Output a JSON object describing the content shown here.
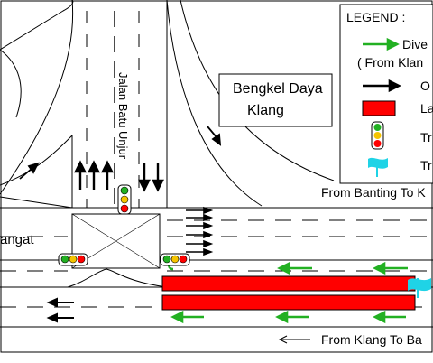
{
  "legend": {
    "title": "LEGEND :",
    "items": [
      {
        "icon": "green-arrow-icon",
        "label": "Dive"
      },
      {
        "icon": "none",
        "label": "( From Klan"
      },
      {
        "icon": "black-arrow-icon",
        "label": "O"
      },
      {
        "icon": "red-lane-closure-icon",
        "label": "La"
      },
      {
        "icon": "traffic-light-icon",
        "label": "Tr"
      },
      {
        "icon": "cyan-flag-icon",
        "label": "Tr"
      }
    ]
  },
  "labels": {
    "road_vertical": "Jalan Batu Unjur",
    "place_line1": "Bengkel Daya",
    "place_line2": "Klang",
    "left_road": "angat",
    "from_banting": "From Banting To K",
    "from_klang": "From Klang To Ba"
  },
  "colors": {
    "green": "#22b022",
    "red": "#ff0000",
    "amber": "#f5c400",
    "cyan": "#1fd3e6",
    "black": "#000000"
  }
}
